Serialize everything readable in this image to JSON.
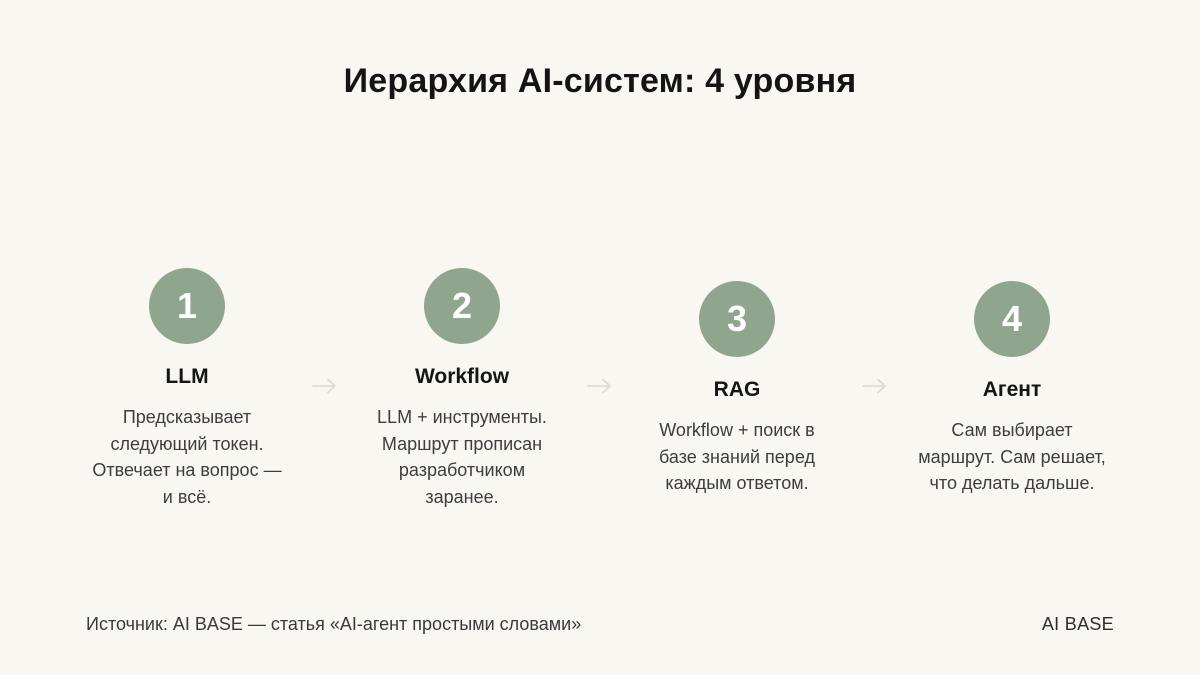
{
  "title": "Иерархия AI-систем: 4 уровня",
  "steps": [
    {
      "number": "1",
      "title": "LLM",
      "description": "Предсказывает\nследующий токен.\nОтвечает на вопрос —\nи всё."
    },
    {
      "number": "2",
      "title": "Workflow",
      "description": "LLM + инструменты.\nМаршрут прописан\nразработчиком\nзаранее."
    },
    {
      "number": "3",
      "title": "RAG",
      "description": "Workflow + поиск в\nбазе знаний перед\nкаждым ответом."
    },
    {
      "number": "4",
      "title": "Агент",
      "description": "Сам выбирает\nмаршрут. Сам решает,\nчто делать дальше."
    }
  ],
  "arrow_icon": "arrow-right-icon",
  "colors": {
    "background": "#f8f7f2",
    "circle": "#8fa58d",
    "arrow": "#dcdcd6"
  },
  "footer": {
    "source": "Источник: AI BASE — статья «AI-агент простыми словами»",
    "brand": "AI BASE"
  }
}
